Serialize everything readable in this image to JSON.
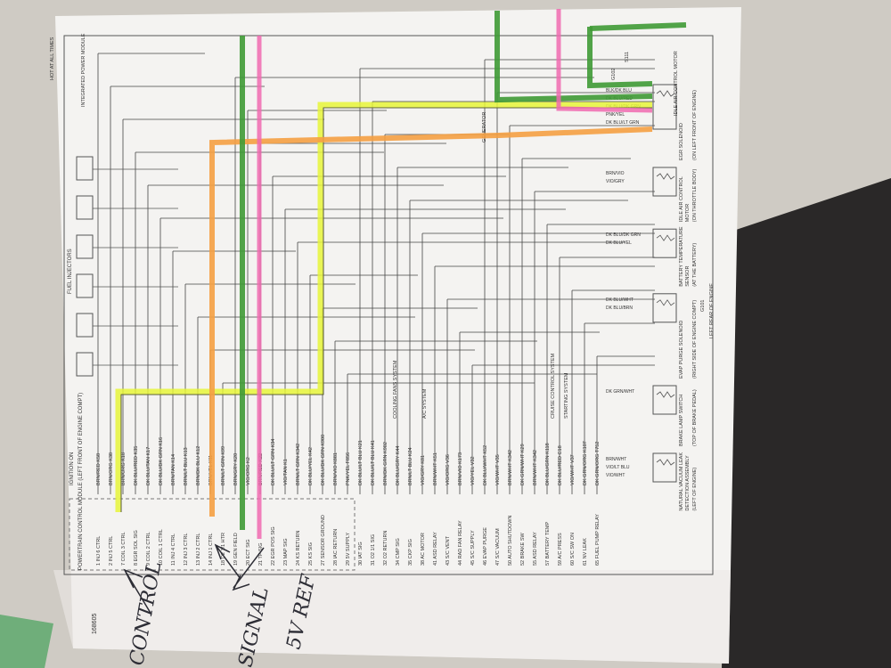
{
  "diagram": {
    "module": "POWERTRAIN CONTROL MODULE (LEFT FRONT OF ENGINE COMPT)",
    "ignition_label": "IGNITION ON",
    "fuel_injectors_label": "FUEL INJECTORS",
    "pins": [
      {
        "pin": "1",
        "label": "INJ 6 CTRL",
        "wire": "BRN/RED",
        "circuit": "K58"
      },
      {
        "pin": "2",
        "label": "INJ 5 CTRL",
        "wire": "BRN/ORG",
        "circuit": "K38"
      },
      {
        "pin": "7",
        "label": "COIL 3 CTRL",
        "wire": "BRN/ORG",
        "circuit": "K18"
      },
      {
        "pin": "8",
        "label": "EGR SOL SIG",
        "wire": "DK BLU/RED",
        "circuit": "K35"
      },
      {
        "pin": "9",
        "label": "COIL 2 CTRL",
        "wire": "DK BLU/TAN",
        "circuit": "K17"
      },
      {
        "pin": "10",
        "label": "COIL 1 CTRL",
        "wire": "DK BLU/DK GRN",
        "circuit": "K16"
      },
      {
        "pin": "11",
        "label": "INJ 4 CTRL",
        "wire": "BRN/TAN",
        "circuit": "K14"
      },
      {
        "pin": "12",
        "label": "INJ 3 CTRL",
        "wire": "BRN/LT BLU",
        "circuit": "K13"
      },
      {
        "pin": "13",
        "label": "INJ 2 CTRL",
        "wire": "BRN/DK BLU",
        "circuit": "K12"
      },
      {
        "pin": "14",
        "label": "INJ 1 CTRL",
        "wire": "BRN/YEL",
        "circuit": "K11"
      },
      {
        "pin": "18",
        "label": "O2 1/1 HTR",
        "wire": "BRN/LT GRN",
        "circuit": "K99"
      },
      {
        "pin": "19",
        "label": "GEN FIELD",
        "wire": "BRN/GRY",
        "circuit": "K20"
      },
      {
        "pin": "20",
        "label": "ECT SIG",
        "wire": "VIO/ORG",
        "circuit": "K2"
      },
      {
        "pin": "21",
        "label": "TP SIG",
        "wire": "BRN/RED",
        "circuit": "K22"
      },
      {
        "pin": "22",
        "label": "EGR POS SIG",
        "wire": "DK BLU/LT GRN",
        "circuit": "K34"
      },
      {
        "pin": "23",
        "label": "MAP SIG",
        "wire": "VIO/TAN",
        "circuit": "K1"
      },
      {
        "pin": "24",
        "label": "KS RETURN",
        "wire": "BRN/LT GRN",
        "circuit": "K342"
      },
      {
        "pin": "25",
        "label": "KS SIG",
        "wire": "DK BLU/YEL",
        "circuit": "K42"
      },
      {
        "pin": "27",
        "label": "SENSOR GROUND",
        "wire": "DK BLU/DK GRN",
        "circuit": "K900"
      },
      {
        "pin": "28",
        "label": "IAC RETURN",
        "wire": "BRN/VIO",
        "circuit": "K881"
      },
      {
        "pin": "29",
        "label": "5V SUPPLY",
        "wire": "PNK/YEL",
        "circuit": "F856"
      },
      {
        "pin": "30",
        "label": "IAT SIG",
        "wire": "DK BLU/LT BLU",
        "circuit": "K21"
      },
      {
        "pin": "31",
        "label": "O2 1/1 SIG",
        "wire": "DK BLU/LT BLU",
        "circuit": "K41"
      },
      {
        "pin": "32",
        "label": "O2 RETURN",
        "wire": "BRN/DK GRN",
        "circuit": "K902"
      },
      {
        "pin": "34",
        "label": "CMP SIG",
        "wire": "DK BLU/GRY",
        "circuit": "K44"
      },
      {
        "pin": "35",
        "label": "CKP SIG",
        "wire": "BRN/LT BLU",
        "circuit": "K24"
      },
      {
        "pin": "38",
        "label": "AC MOTOR",
        "wire": "VIO/GRY",
        "circuit": "K81"
      },
      {
        "pin": "41",
        "label": "ASD RELAY",
        "wire": "BRN/WHT",
        "circuit": "K51"
      },
      {
        "pin": "43",
        "label": "S/C VENT",
        "wire": "VIO/ORG",
        "circuit": "V36"
      },
      {
        "pin": "44",
        "label": "RAD FAN RELAY",
        "wire": "BRN/VIO",
        "circuit": "K173"
      },
      {
        "pin": "45",
        "label": "S/C SUPPLY",
        "wire": "VIO/YEL",
        "circuit": "V32"
      },
      {
        "pin": "46",
        "label": "EVAP PURGE",
        "wire": "DK BLU/WHT",
        "circuit": "K52"
      },
      {
        "pin": "47",
        "label": "S/C VACUUM",
        "wire": "VIO/WHT",
        "circuit": "V35"
      },
      {
        "pin": "50",
        "label": "AUTO SHUTDOWN",
        "wire": "BRN/WHT",
        "circuit": "K342"
      },
      {
        "pin": "52",
        "label": "BRAKE SW",
        "wire": "DK GRN/WHT",
        "circuit": "K29"
      },
      {
        "pin": "55",
        "label": "ASD RELAY",
        "wire": "BRN/WHT",
        "circuit": "K342"
      },
      {
        "pin": "57",
        "label": "BATTERY TEMP",
        "wire": "DK BLU/GRN",
        "circuit": "K118"
      },
      {
        "pin": "59",
        "label": "A/C PRESS",
        "wire": "DK BLU/RED",
        "circuit": "C18"
      },
      {
        "pin": "60",
        "label": "S/C SW ON",
        "wire": "VIO/WHT",
        "circuit": "V37"
      },
      {
        "pin": "61",
        "label": "NV LEAK",
        "wire": "DK GRN/ORG",
        "circuit": "K107"
      },
      {
        "pin": "65",
        "label": "FUEL PUMP RELAY",
        "wire": "DK GRN/ORG",
        "circuit": "T752"
      }
    ],
    "components": [
      {
        "name": "EGR SOLENOID",
        "location": "(ON LEFT FRONT OF ENGINE)",
        "wires": [
          "BLK/DK BLU",
          "DK BLU/RED",
          "DK BLU/DK GRN",
          "PNK/YEL",
          "DK BLU/LT GRN"
        ]
      },
      {
        "name": "IDLE AIR CONTROL MOTOR",
        "location": "(ON THROTTLE BODY)",
        "wires": [
          "BRN/VIO",
          "VIO/GRY"
        ]
      },
      {
        "name": "BATTERY TEMPERATURE SENSOR",
        "location": "(AT THE BATTERY)",
        "wires": [
          "DK BLU/DK GRN",
          "DK BLU/YEL"
        ]
      },
      {
        "name": "EVAP PURGE SOLENOID",
        "location": "(RIGHT SIDE OF ENGINE COMPT)",
        "wires": [
          "DK BLU/WHT",
          "DK BLU/BRN"
        ]
      },
      {
        "name": "BRAKE LAMP SWITCH",
        "location": "(TOP OF BRAKE PEDAL)",
        "wires": [
          "DK GRN/WHT"
        ]
      },
      {
        "name": "NATURAL VACUUM LEAK DETECTION ASSEMBLY",
        "location": "(LEFT OF ENGINE)",
        "wires": [
          "BRN/WHT",
          "VIO/LT BLU",
          "VIO/WHT"
        ]
      }
    ],
    "misc_labels": [
      "S111",
      "GENERATOR",
      "CRUISE CONTROL SYSTEM",
      "STARTING SYSTEM",
      "COOLING FANS SYSTEM",
      "A/C SYSTEM",
      "INTEGRATED POWER MODULE",
      "HOT AT ALL TIMES",
      "G101",
      "LEFT REAR OF ENGINE",
      "G102",
      "IDLE AIR CONTROL MOTOR"
    ],
    "page_number": "168605"
  },
  "annotations": {
    "control": "CONTROL",
    "signal": "SIGNAL",
    "ref": "5V REF"
  },
  "colors": {
    "yellow_highlight": "#e6f53a",
    "orange_highlight": "#f5a042",
    "green_highlight": "#3f9a35",
    "pink_highlight": "#f06ab0"
  }
}
